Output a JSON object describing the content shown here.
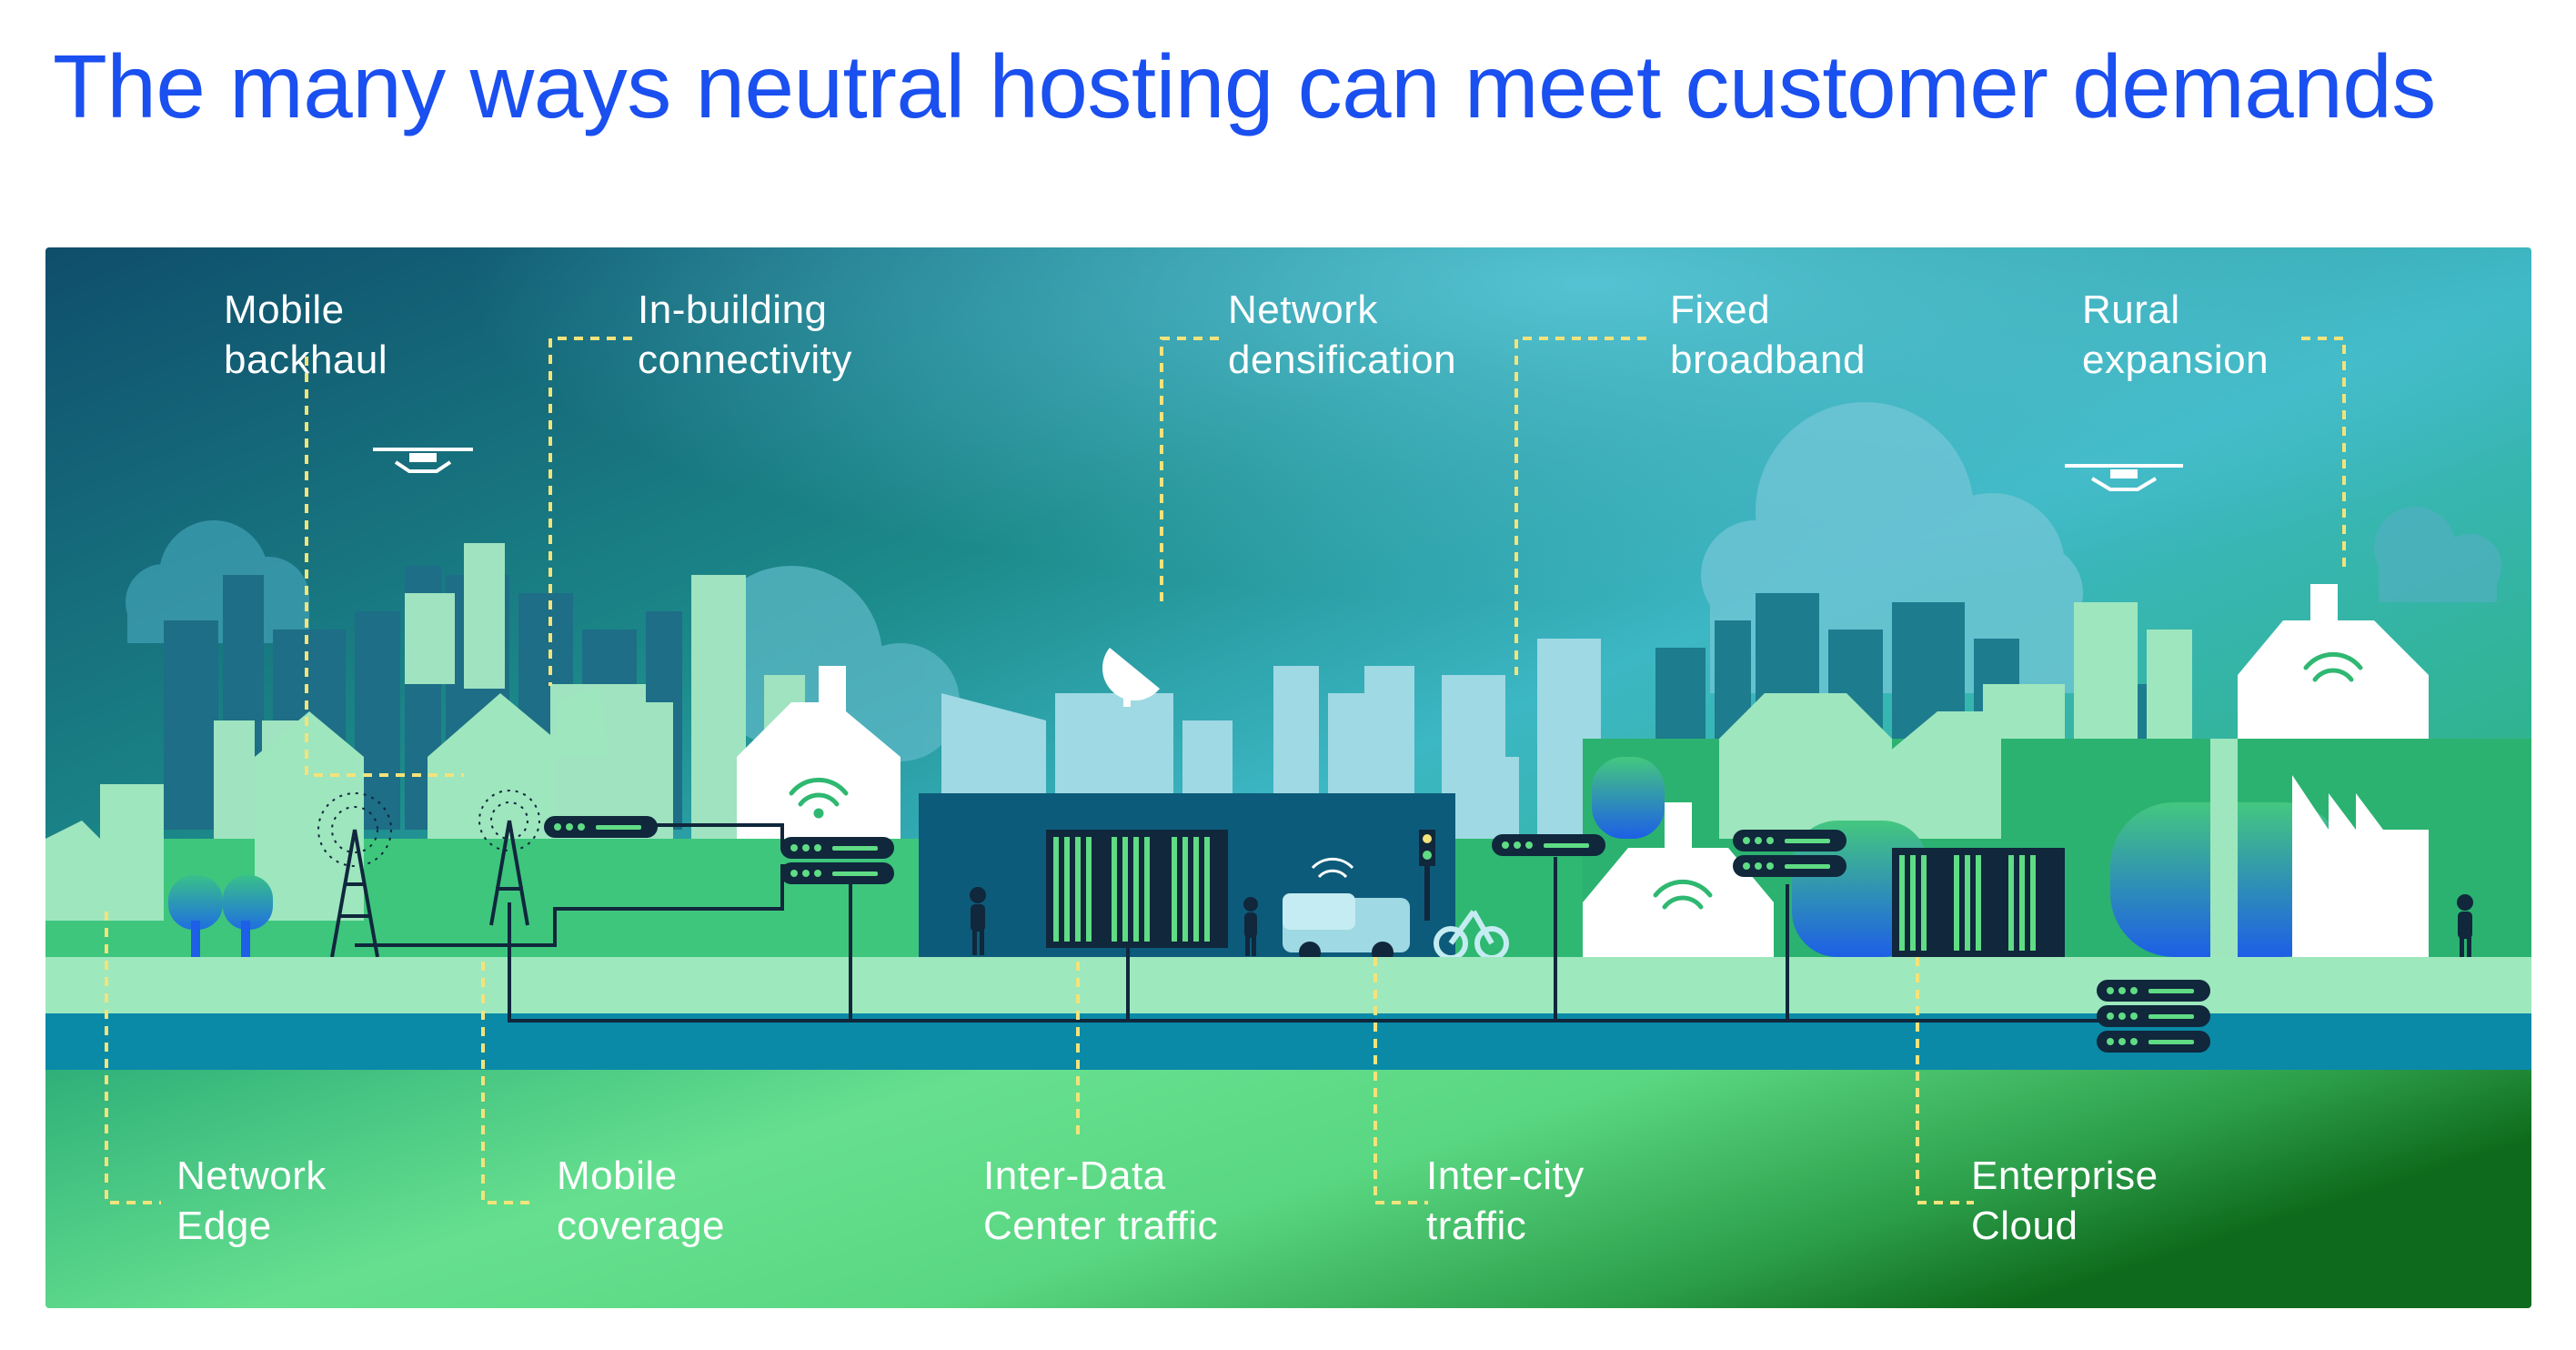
{
  "title": "The many ways neutral hosting can meet customer demands",
  "colors": {
    "title_blue": "#1a4ff0",
    "sky_top": "#0f4e6c",
    "sky_right": "#4fc7d8",
    "ground_green": "#2fb871",
    "road_light": "#9de8bd",
    "water_teal": "#0a8aa7",
    "bottom_green": "#5ee08f",
    "dashed_leader": "#f3e37b",
    "server_dark": "#10273c",
    "led_green": "#5fdc84"
  },
  "labels": {
    "top": [
      {
        "line1": "Mobile",
        "line2": "backhaul"
      },
      {
        "line1": "In-building",
        "line2": "connectivity"
      },
      {
        "line1": "Network",
        "line2": "densification"
      },
      {
        "line1": "Fixed",
        "line2": "broadband"
      },
      {
        "line1": "Rural",
        "line2": "expansion"
      }
    ],
    "bottom": [
      {
        "line1": "Network",
        "line2": "Edge"
      },
      {
        "line1": "Mobile",
        "line2": "coverage"
      },
      {
        "line1": "Inter-Data",
        "line2": "Center traffic"
      },
      {
        "line1": "Inter-city",
        "line2": "traffic"
      },
      {
        "line1": "Enterprise",
        "line2": "Cloud"
      }
    ]
  },
  "icons": [
    "drone-icon",
    "drone-icon",
    "cell-tower-icon",
    "satellite-dish-icon",
    "wifi-icon",
    "server-rack-icon",
    "ambulance-icon",
    "bicycle-icon",
    "traffic-light-icon",
    "person-icon"
  ]
}
